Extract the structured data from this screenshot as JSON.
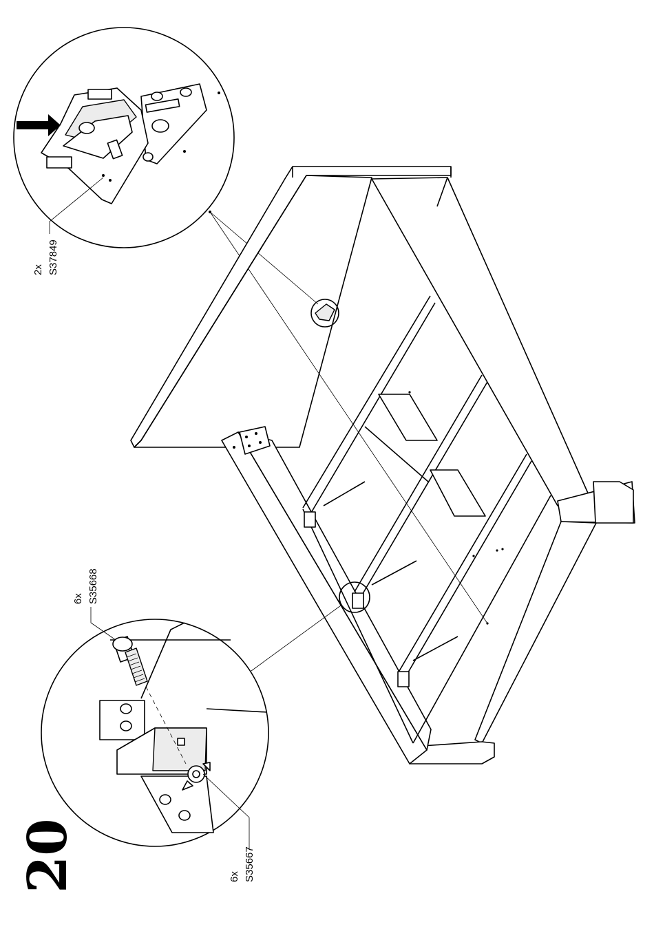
{
  "step_number": "20",
  "callouts": [
    {
      "quantity": "2x",
      "part_code": "S37849"
    },
    {
      "quantity": "6x",
      "part_code": "S35668"
    },
    {
      "quantity": "6x",
      "part_code": "S35667"
    }
  ],
  "icons": {
    "arrow": "push-arrow-icon"
  }
}
